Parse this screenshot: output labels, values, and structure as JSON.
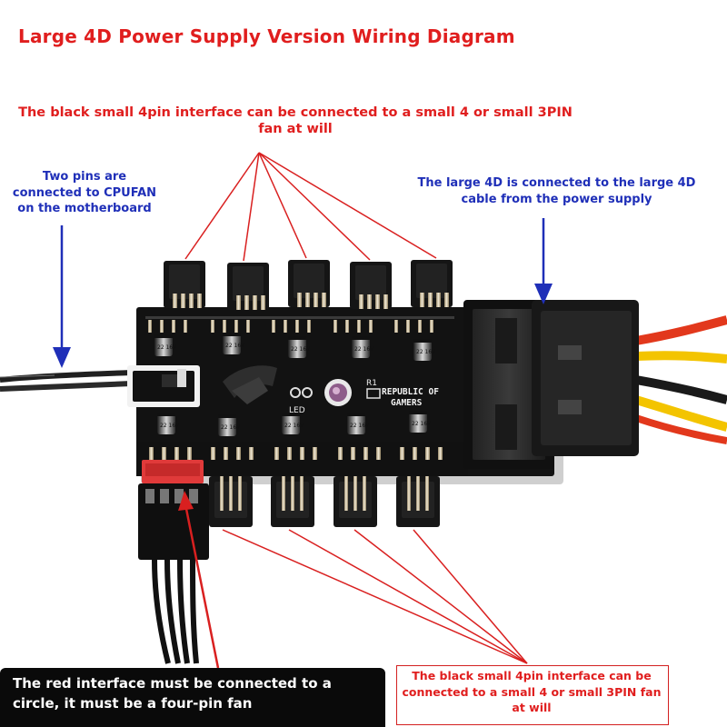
{
  "title": "Large 4D Power Supply Version Wiring Diagram",
  "notes": {
    "top": "The black small 4pin interface can be connected to a small 4 or small 3PIN fan at will",
    "left": "Two pins are connected to CPUFAN on the motherboard",
    "right": "The large 4D is connected to the large 4D cable from the power supply",
    "bottom_left": "The red interface must be connected to a circle, it must be a four-pin fan",
    "bottom_right": "The black small 4pin interface can be connected to a small 4 or small 3PIN fan at will"
  },
  "board": {
    "silk_line1": "REPUBLIC OF",
    "silk_line2": "GAMERS",
    "ref": "R1",
    "led": "LED",
    "cap_label": "22 16V"
  },
  "colors": {
    "red_annotation": "#e01e1e",
    "blue_annotation": "#1f2fb8",
    "board": "#121212",
    "connector_red": "#e03a3a",
    "wire_yellow": "#f3c400",
    "wire_red": "#e2381c"
  }
}
